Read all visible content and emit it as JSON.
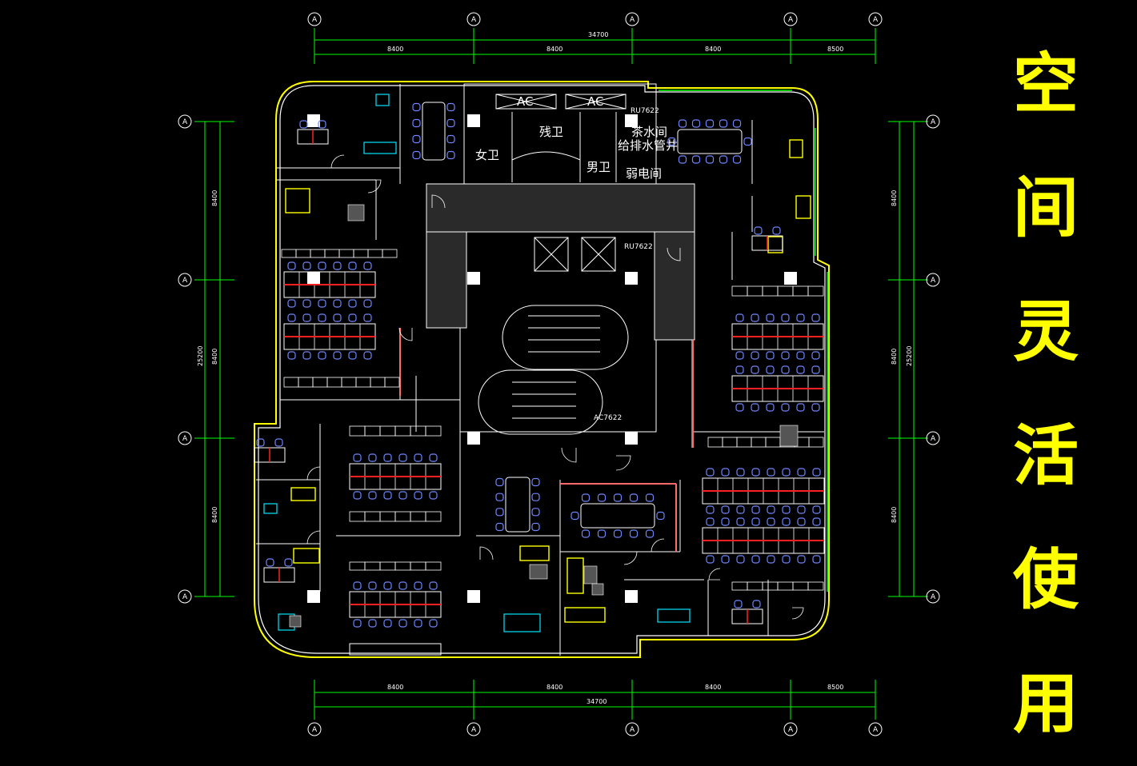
{
  "title_chars": [
    "空",
    "间",
    "灵",
    "活",
    "使",
    "用"
  ],
  "colors": {
    "background": "#000000",
    "title": "#ffff00",
    "dim_line": "#00ff00",
    "wall": "#ffffff",
    "chair": "#6f86ff",
    "desk_divider": "#ff2020",
    "yellow_furniture": "#ffff00",
    "cyan_furniture": "#00e5ff",
    "partition": "#ff6a6a"
  },
  "grid_marker": "A",
  "dimensions": {
    "top_total": "34700",
    "top_segments": [
      "8400",
      "8400",
      "8400",
      "8500"
    ],
    "bottom_total": "34700",
    "bottom_segments": [
      "8400",
      "8400",
      "8400",
      "8500"
    ],
    "left_total": "25200",
    "left_segments": [
      "8400",
      "8400",
      "8400"
    ],
    "right_total": "25200",
    "right_segments": [
      "8400",
      "8400",
      "8400"
    ]
  },
  "room_labels": {
    "women_wc": "女卫",
    "men_wc": "男卫",
    "accessible_wc": "残卫",
    "tea_room": "茶水间",
    "water_shaft": "给排水管井",
    "weak_current": "弱电间"
  },
  "ac_labels": [
    "AC",
    "AC"
  ],
  "equipment_tags": [
    "RU7622",
    "RU7622",
    "AC7622"
  ]
}
